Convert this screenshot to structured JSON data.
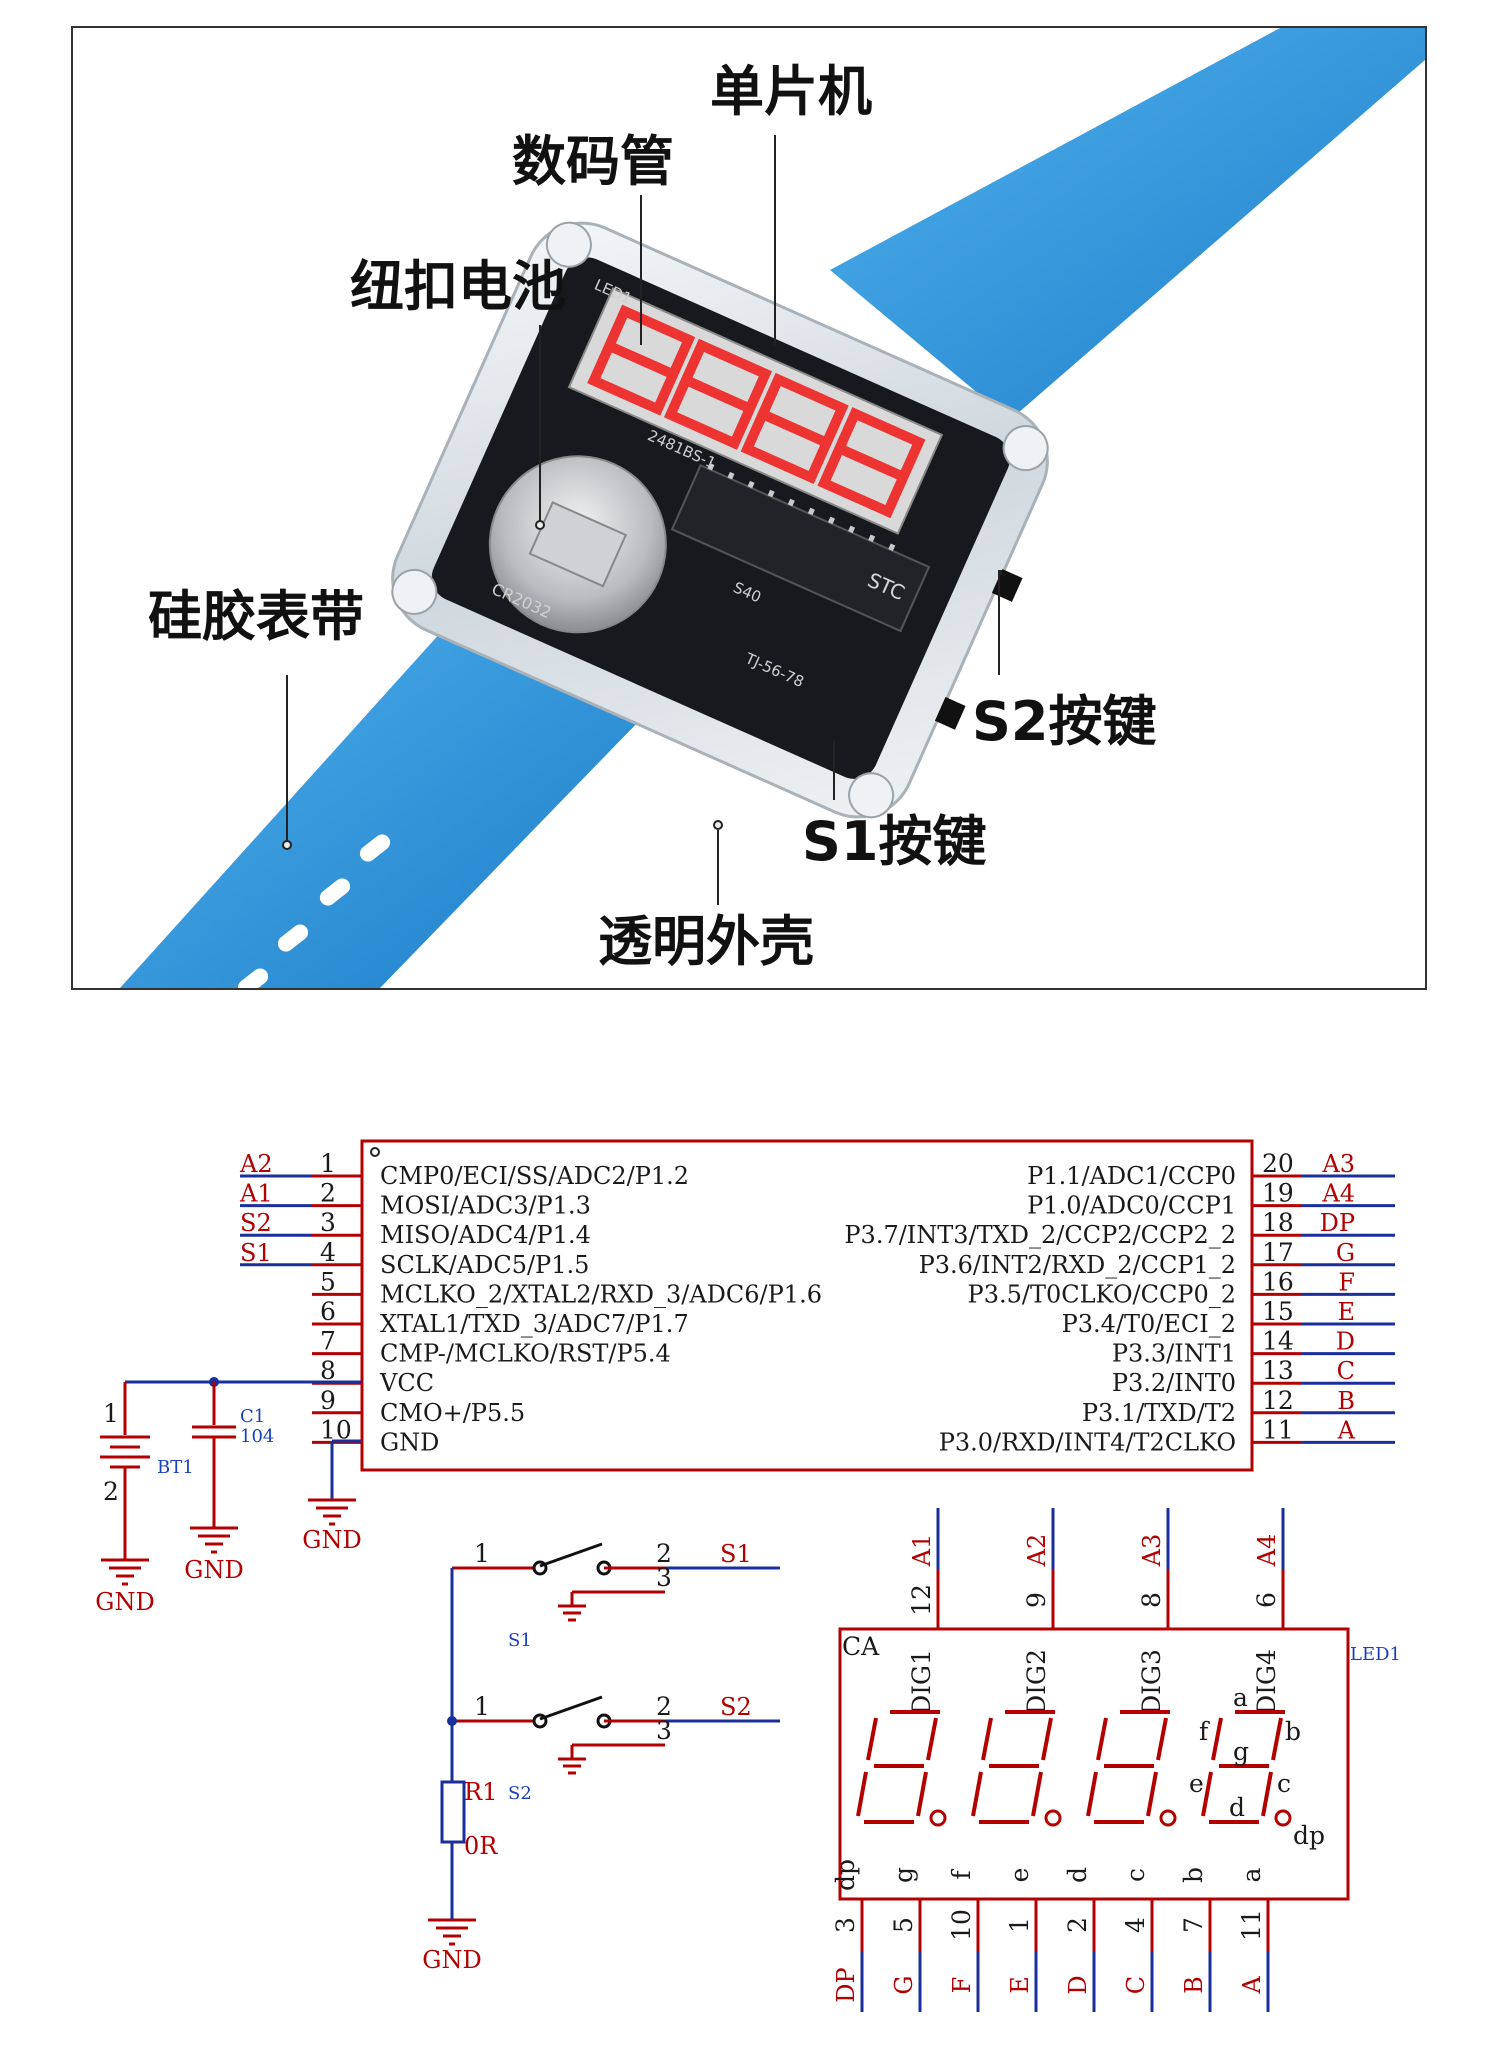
{
  "photo": {
    "callouts": {
      "mcu": "单片机",
      "display": "数码管",
      "battery": "纽扣电池",
      "strap": "硅胶表带",
      "s2": "S2按键",
      "s1": "S1按键",
      "case": "透明外壳"
    },
    "pcb_text": {
      "mcu_marking": "STC",
      "display_part": "2481BS-1",
      "led": "LED1",
      "s40": "S40",
      "tj": "TJ-56-78",
      "battery": "CR2032"
    },
    "colors": {
      "strap": "#2a8fd8",
      "pcb": "#161a1e",
      "display_red": "#e33",
      "case": "#dfe6ea"
    }
  },
  "schematic": {
    "mcu": {
      "left_pins": [
        {
          "num": "1",
          "name": "CMP0/ECI/SS/ADC2/P1.2",
          "net": "A2"
        },
        {
          "num": "2",
          "name": "MOSI/ADC3/P1.3",
          "net": "A1"
        },
        {
          "num": "3",
          "name": "MISO/ADC4/P1.4",
          "net": "S2"
        },
        {
          "num": "4",
          "name": "SCLK/ADC5/P1.5",
          "net": "S1"
        },
        {
          "num": "5",
          "name": "MCLKO_2/XTAL2/RXD_3/ADC6/P1.6",
          "net": ""
        },
        {
          "num": "6",
          "name": "XTAL1/TXD_3/ADC7/P1.7",
          "net": ""
        },
        {
          "num": "7",
          "name": "CMP-/MCLKO/RST/P5.4",
          "net": ""
        },
        {
          "num": "8",
          "name": "VCC",
          "net": ""
        },
        {
          "num": "9",
          "name": "CMO+/P5.5",
          "net": ""
        },
        {
          "num": "10",
          "name": "GND",
          "net": ""
        }
      ],
      "right_pins": [
        {
          "num": "20",
          "name": "P1.1/ADC1/CCP0",
          "net": "A3"
        },
        {
          "num": "19",
          "name": "P1.0/ADC0/CCP1",
          "net": "A4"
        },
        {
          "num": "18",
          "name": "P3.7/INT3/TXD_2/CCP2/CCP2_2",
          "net": "DP"
        },
        {
          "num": "17",
          "name": "P3.6/INT2/RXD_2/CCP1_2",
          "net": "G"
        },
        {
          "num": "16",
          "name": "P3.5/T0CLKO/CCP0_2",
          "net": "F"
        },
        {
          "num": "15",
          "name": "P3.4/T0/ECI_2",
          "net": "E"
        },
        {
          "num": "14",
          "name": "P3.3/INT1",
          "net": "D"
        },
        {
          "num": "13",
          "name": "P3.2/INT0",
          "net": "C"
        },
        {
          "num": "12",
          "name": "P3.1/TXD/T2",
          "net": "B"
        },
        {
          "num": "11",
          "name": "P3.0/RXD/INT4/T2CLKO",
          "net": "A"
        }
      ]
    },
    "power": {
      "bt1": "BT1",
      "c1": "C1",
      "c1_val": "104",
      "bt_pin1": "1",
      "bt_pin2": "2",
      "gnd": "GND"
    },
    "switches": [
      {
        "ref": "S1",
        "net": "S1",
        "p1": "1",
        "p2": "2",
        "p3": "3"
      },
      {
        "ref": "S2",
        "net": "S2",
        "p1": "1",
        "p2": "2",
        "p3": "3"
      }
    ],
    "resistor": {
      "ref": "R1",
      "value": "0R"
    },
    "led": {
      "ref": "LED1",
      "type": "CA",
      "digits": [
        "DIG1",
        "DIG2",
        "DIG3",
        "DIG4"
      ],
      "top_pins": [
        {
          "num": "12",
          "net": "A1"
        },
        {
          "num": "9",
          "net": "A2"
        },
        {
          "num": "8",
          "net": "A3"
        },
        {
          "num": "6",
          "net": "A4"
        }
      ],
      "bottom_pins": [
        {
          "num": "3",
          "net": "DP",
          "seg": "dp"
        },
        {
          "num": "5",
          "net": "G",
          "seg": "g"
        },
        {
          "num": "10",
          "net": "F",
          "seg": "f"
        },
        {
          "num": "1",
          "net": "E",
          "seg": "e"
        },
        {
          "num": "2",
          "net": "D",
          "seg": "d"
        },
        {
          "num": "4",
          "net": "C",
          "seg": "c"
        },
        {
          "num": "7",
          "net": "B",
          "seg": "b"
        },
        {
          "num": "11",
          "net": "A",
          "seg": "a"
        }
      ],
      "seg_labels": {
        "a": "a",
        "b": "b",
        "c": "c",
        "d": "d",
        "e": "e",
        "f": "f",
        "g": "g",
        "dp": "dp"
      }
    }
  }
}
